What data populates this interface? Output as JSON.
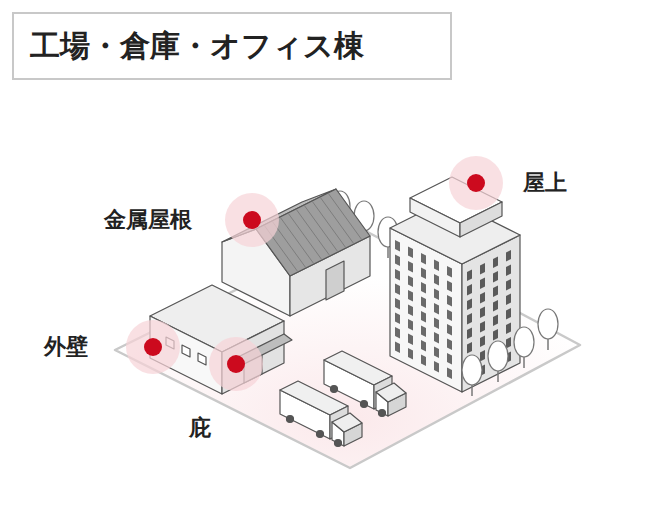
{
  "diagram": {
    "title": "工場・倉庫・オフィス棟",
    "labels": [
      "屋上",
      "金属屋根",
      "外壁",
      "庇"
    ]
  }
}
